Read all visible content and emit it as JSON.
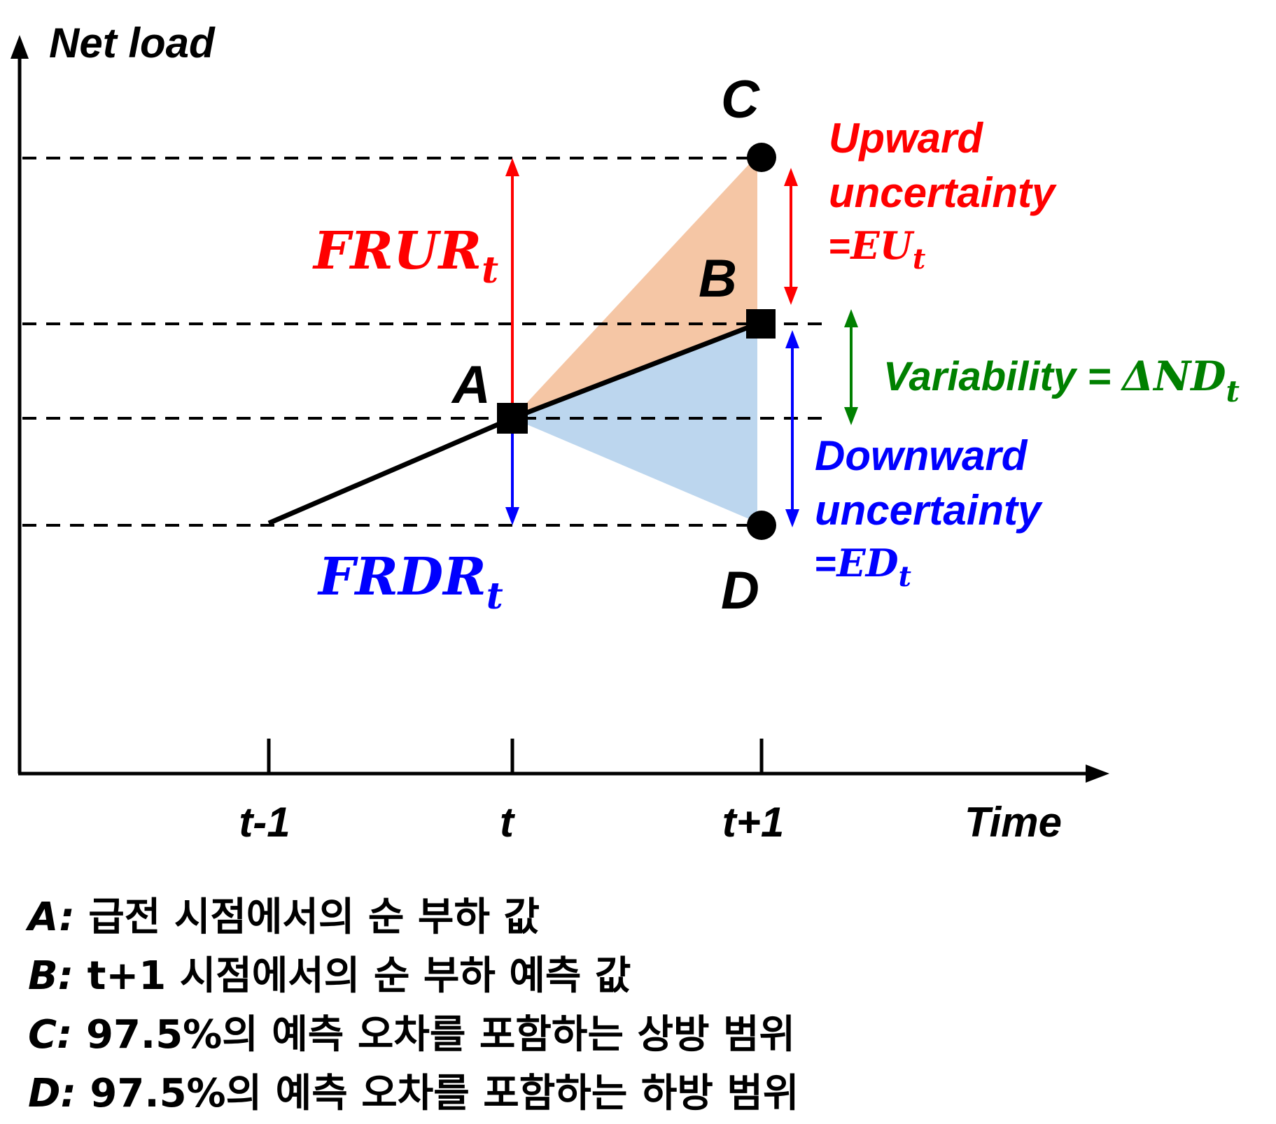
{
  "axes": {
    "y_label": "Net load",
    "x_label": "Time",
    "x_ticks": [
      "t-1",
      "t",
      "t+1"
    ]
  },
  "points": {
    "A": "A",
    "B": "B",
    "C": "C",
    "D": "D"
  },
  "annotations": {
    "frur_main": "FRUR",
    "frur_sub": "t",
    "frdr_main": "FRDR",
    "frdr_sub": "t",
    "upward_line1": "Upward",
    "upward_line2": "uncertainty",
    "upward_eq_prefix": "=",
    "upward_eq_main": "EU",
    "upward_eq_sub": "t",
    "downward_line1": "Downward",
    "downward_line2": "uncertainty",
    "downward_eq_prefix": "=",
    "downward_eq_main": "ED",
    "downward_eq_sub": "t",
    "variability_text": "Variability = ",
    "variability_main": "ΔND",
    "variability_sub": "t"
  },
  "legend": [
    {
      "key": "A:",
      "text": " 급전 시점에서의 순 부하 값"
    },
    {
      "key": "B:",
      "text": " t+1 시점에서의 순 부하 예측 값"
    },
    {
      "key": "C:",
      "text": " 97.5%의 예측 오차를 포함하는 상방 범위"
    },
    {
      "key": "D:",
      "text": " 97.5%의 예측 오차를 포함하는 하방 범위"
    }
  ],
  "colors": {
    "upward": "#ff0000",
    "downward": "#0000ff",
    "variability": "#008000",
    "upper_fill": "#f5c6a5",
    "lower_fill": "#bcd6ee"
  }
}
